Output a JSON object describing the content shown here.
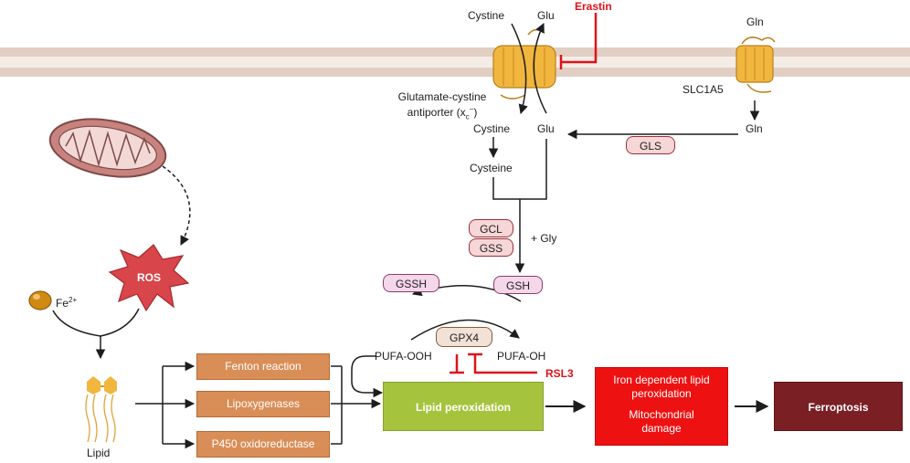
{
  "membrane": {
    "cystine_out": "Cystine",
    "glu_out": "Glu",
    "erastin": "Erastin",
    "gln_out": "Gln",
    "antiporter_line1": "Glutamate-cystine",
    "antiporter_line2": "antiporter (x",
    "antiporter_sub": "c",
    "antiporter_sup": "−",
    "antiporter_close": ")",
    "slc": "SLC1A5"
  },
  "intracellular": {
    "cystine_in": "Cystine",
    "glu_in": "Glu",
    "gln_in": "Gln",
    "gls": "GLS",
    "cysteine": "Cysteine",
    "gcl": "GCL",
    "gss": "GSS",
    "gly": "+ Gly",
    "gsh": "GSH",
    "gssh": "GSSH",
    "gpx4": "GPX4",
    "pufa_ooh": "PUFA-OOH",
    "pufa_oh": "PUFA-OH",
    "rsl3": "RSL3"
  },
  "left": {
    "ros": "ROS",
    "fe": "Fe",
    "fe_charge": "2+",
    "lipid": "Lipid"
  },
  "reactions": {
    "fenton": "Fenton reaction",
    "lipoxygenases": "Lipoxygenases",
    "p450": "P450 oxidoreductase"
  },
  "outcome": {
    "lipid_peroxidation": "Lipid peroxidation",
    "iron_line1": "Iron dependent lipid",
    "iron_line2": "peroxidation",
    "mito_line1": "Mitochondrial",
    "mito_line2": "damage",
    "ferroptosis": "Ferroptosis"
  },
  "colors": {
    "inhibitor_red": "#e0121b",
    "membrane": "#e2cfc3",
    "transporter": "#f0b63e",
    "ros": "#d8454a",
    "reaction_box": "#d98e57",
    "lipid_peroxidation_box": "#a6c33e",
    "damage_box": "#ee1111",
    "ferroptosis_box": "#7a1f24"
  }
}
